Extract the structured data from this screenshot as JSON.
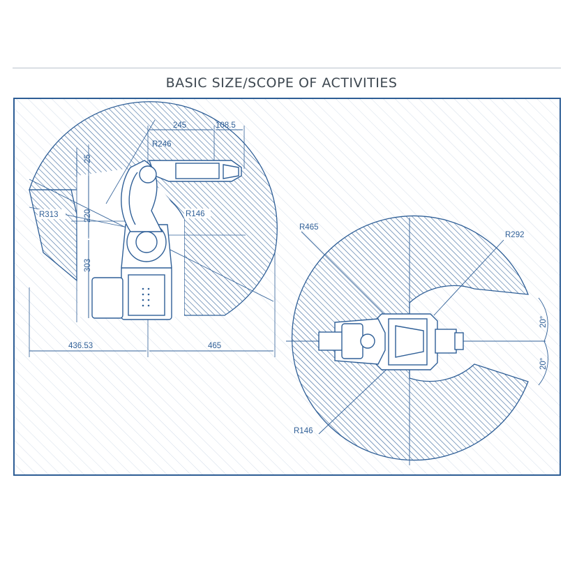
{
  "title": "BASIC SIZE/SCOPE OF ACTIVITIES",
  "side_view": {
    "dimensions": {
      "d245": "245",
      "d108": "108.5",
      "r246": "R246",
      "d25": "25",
      "r313": "R313",
      "d220": "220",
      "r146": "R146",
      "d303": "303",
      "d436": "436.53",
      "d465": "465"
    }
  },
  "top_view": {
    "dimensions": {
      "r465": "R465",
      "r292": "R292",
      "a20_top": "20°",
      "a20_bottom": "20°",
      "r146": "R146"
    }
  },
  "colors": {
    "line": "#2f5f97",
    "hatch": "#2f5f97",
    "frame": "#2d5d95",
    "background_hatch": "#cfdbe8"
  }
}
